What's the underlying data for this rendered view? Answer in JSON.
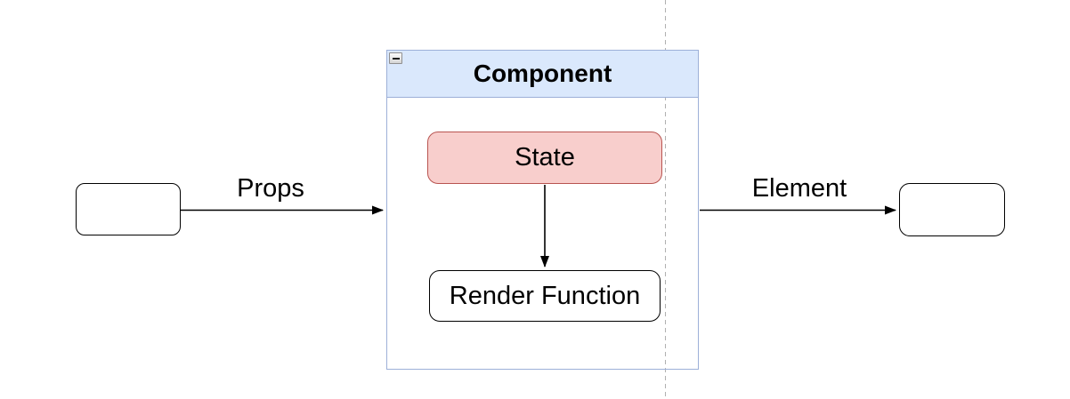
{
  "diagram": {
    "container": {
      "title": "Component",
      "collapse_icon": "collapse-minus-icon"
    },
    "nodes": {
      "input": {
        "label": ""
      },
      "state": {
        "label": "State"
      },
      "render_function": {
        "label": "Render Function"
      },
      "output": {
        "label": ""
      }
    },
    "edges": {
      "props": {
        "label": "Props"
      },
      "state_to_render": {
        "label": ""
      },
      "element": {
        "label": "Element"
      }
    }
  },
  "colors": {
    "container_fill": "#dae8fc",
    "container_stroke": "#9db0d8",
    "state_fill": "#f8cecc",
    "state_stroke": "#b85450",
    "node_stroke": "#000000",
    "arrow": "#000000",
    "page_break": "#b0b0b0",
    "text": "#000000"
  }
}
